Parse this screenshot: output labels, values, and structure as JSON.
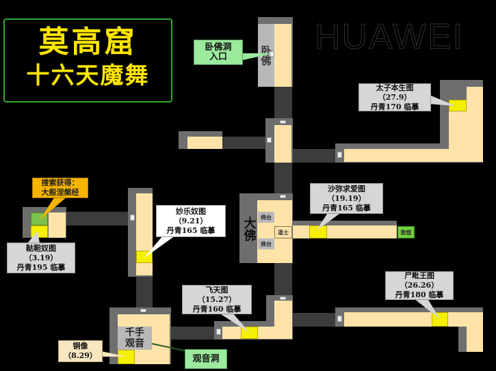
{
  "title": {
    "line1": "莫高窟",
    "line2": "十六天魔舞"
  },
  "watermark": "HUAWEI",
  "rooms": {
    "wofo": "卧佛",
    "dafo": "大佛",
    "fotai_top": "佛台",
    "fotai_bottom": "佛台",
    "daoshi": "道士",
    "dunhuang": "敦煌",
    "qianshou_guanyin": "千手观音"
  },
  "callouts": {
    "wofo_entrance": "卧佛洞入口",
    "taizi": {
      "name": "太子本生图",
      "value": "（27.9）",
      "note": "丹青170 临摹"
    },
    "search": {
      "line1": "搜索获得：",
      "line2": "大般涅槃经"
    },
    "dada": {
      "name": "鞑靼奴图",
      "value": "（3.19）",
      "note": "丹青195 临摹"
    },
    "miaole": {
      "name": "妙乐奴图",
      "value": "（9.21）",
      "note": "丹青165 临摹"
    },
    "shami": {
      "name": "沙弥求爱图",
      "value": "（19.19）",
      "note": "丹青165 临摹"
    },
    "shipi": {
      "name": "尸毗王图",
      "value": "（26.26）",
      "note": "丹青180 临摹"
    },
    "feitian": {
      "name": "飞天图",
      "value": "（15.27）",
      "note": "丹青160 临摹"
    },
    "tongxiang": {
      "name": "铜像",
      "value": "（8.29）"
    },
    "guanyin_cave": "观音洞"
  },
  "colors": {
    "accent": "#ffe600",
    "room_floor": "#fde3a8",
    "mural": "#f5f000",
    "wall": "#6e6e6e"
  }
}
